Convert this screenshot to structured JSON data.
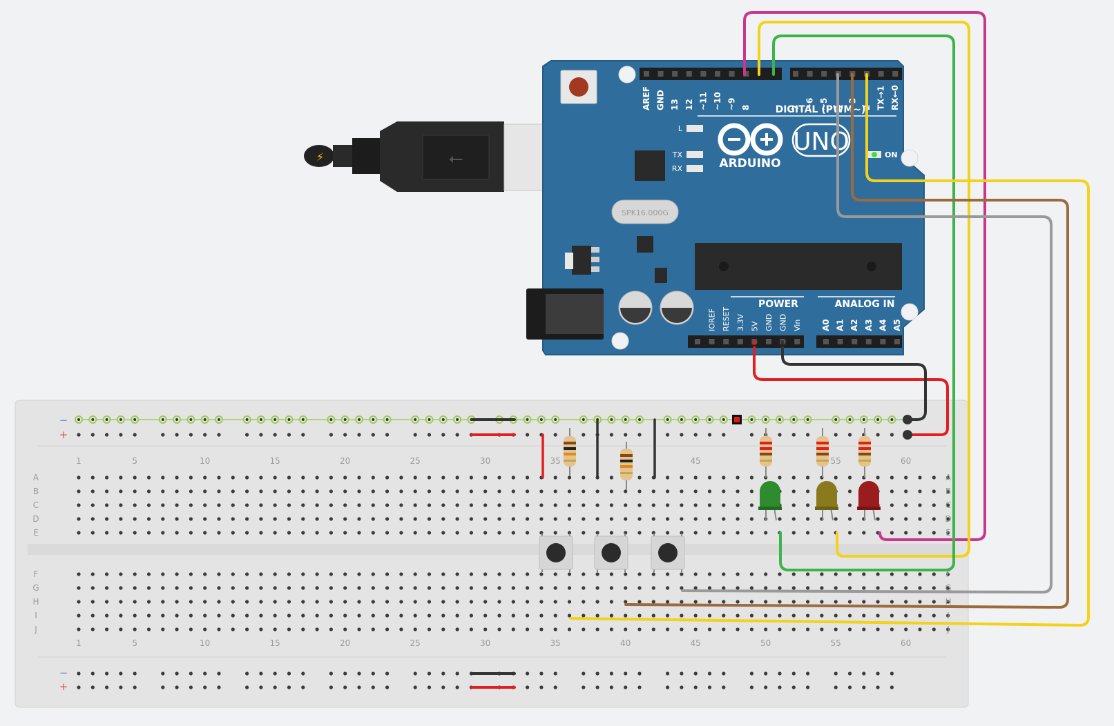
{
  "board": {
    "header_digital": [
      "AREF",
      "GND",
      "13",
      "12",
      "~11",
      "~10",
      "~9",
      "8",
      "7",
      "~6",
      "~5",
      "4",
      "~3",
      "2",
      "TX→1",
      "RX←0"
    ],
    "digital_title": "DIGITAL (PWM~)",
    "brand": "ARDUINO",
    "model": "UNO",
    "on_label": "ON",
    "led_l": "L",
    "led_tx": "TX",
    "led_rx": "RX",
    "crystal": "SPK16.000G",
    "power_title": "POWER",
    "power_pins": [
      "IOREF",
      "RESET",
      "3.3V",
      "5V",
      "GND",
      "GND",
      "Vin"
    ],
    "analog_title": "ANALOG IN",
    "analog_pins": [
      "A0",
      "A1",
      "A2",
      "A3",
      "A4",
      "A5"
    ]
  },
  "breadboard": {
    "column_numbers": [
      "1",
      "5",
      "10",
      "15",
      "20",
      "25",
      "30",
      "35",
      "40",
      "45",
      "50",
      "55",
      "60"
    ],
    "rows_top": [
      "A",
      "B",
      "C",
      "D",
      "E"
    ],
    "rows_bottom": [
      "F",
      "G",
      "H",
      "I",
      "J"
    ],
    "rail_minus": "−",
    "rail_plus": "+"
  },
  "colors": {
    "board_blue": "#2f6d9c",
    "wire_magenta": "#c8378e",
    "wire_yellow": "#f2d21b",
    "wire_green": "#3cb44a",
    "wire_brown": "#9b6b3e",
    "wire_gray": "#9a9a9a",
    "wire_red": "#e02020",
    "wire_black": "#333333",
    "led_green": "#2e8b2e",
    "led_yellow": "#8a7a1e",
    "led_red": "#9a1c1c"
  }
}
